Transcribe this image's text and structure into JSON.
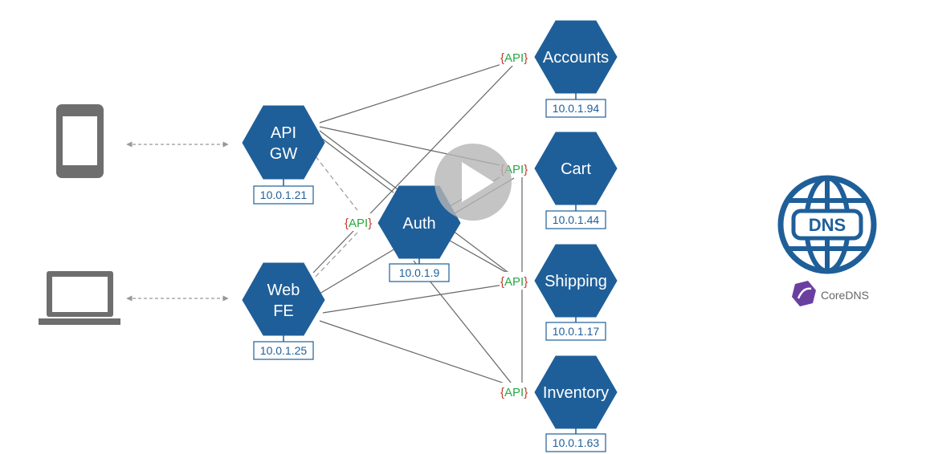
{
  "colors": {
    "hex_fill": "#1f5f99",
    "line": "#666666",
    "ip_border": "#1f5f99",
    "api_brace": "#c0392b",
    "api_text": "#27a844",
    "device": "#6e6e6e",
    "coredns_purple": "#6b3fa0"
  },
  "nodes": {
    "api_gw": {
      "line1": "API",
      "line2": "GW",
      "ip": "10.0.1.21"
    },
    "web_fe": {
      "line1": "Web",
      "line2": "FE",
      "ip": "10.0.1.25"
    },
    "auth": {
      "label": "Auth",
      "ip": "10.0.1.9"
    },
    "accounts": {
      "label": "Accounts",
      "ip": "10.0.1.94"
    },
    "cart": {
      "label": "Cart",
      "ip": "10.0.1.44"
    },
    "shipping": {
      "label": "Shipping",
      "ip": "10.0.1.17"
    },
    "inventory": {
      "label": "Inventory",
      "ip": "10.0.1.63"
    }
  },
  "api_tag": {
    "open": "{",
    "word": "API",
    "close": "}"
  },
  "devices": {
    "phone_icon": "smartphone-icon",
    "laptop_icon": "laptop-icon"
  },
  "dns": {
    "badge": "DNS",
    "brand": "CoreDNS"
  }
}
